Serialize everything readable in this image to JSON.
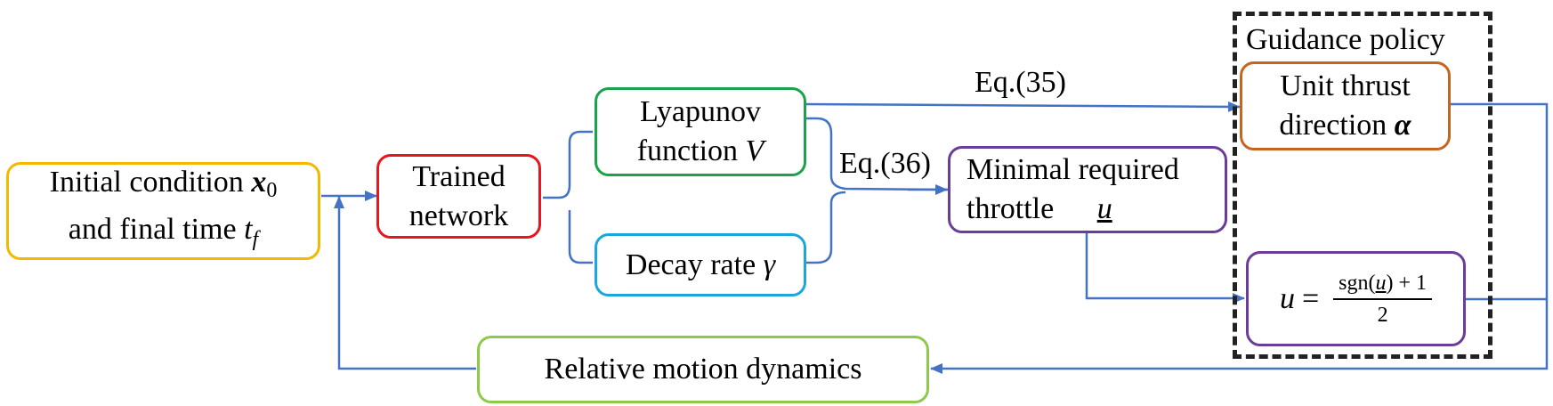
{
  "diagram": {
    "initial": {
      "line1_text": "Initial condition",
      "line1_math": "x",
      "line1_sub": "0",
      "line2_text": "and final time",
      "line2_math": "t",
      "line2_sub": "f"
    },
    "trained": {
      "line1": "Trained",
      "line2": "network"
    },
    "lyapunov": {
      "line1": "Lyapunov",
      "line2_text": "function",
      "line2_math": "V"
    },
    "decay": {
      "text": "Decay rate",
      "math": "γ"
    },
    "eq35": "Eq.(35)",
    "eq36": "Eq.(36)",
    "minimal": {
      "line1": "Minimal required",
      "line2_text": "throttle",
      "line2_math": "u"
    },
    "policy_title": "Guidance policy",
    "unit_thrust": {
      "line1": "Unit thrust",
      "line2_text": "direction",
      "line2_math": "α"
    },
    "u_formula": {
      "lhs": "u",
      "eq": "=",
      "numerator": "sgn(u) + 1",
      "numerator_fn": "sgn(",
      "numerator_var": "u",
      "numerator_rest": ") + 1",
      "denominator": "2"
    },
    "dynamics": "Relative motion dynamics"
  },
  "colors": {
    "initial": "#F5B800",
    "trained": "#E8161B",
    "lyapunov": "#1AA34A",
    "decay": "#1BA7DE",
    "minimal": "#6A3D9A",
    "unit_thrust": "#C8641B",
    "u_formula": "#6A3D9A",
    "dynamics": "#8CCB4A",
    "arrow": "#4472C4",
    "policy_border": "#222222"
  }
}
